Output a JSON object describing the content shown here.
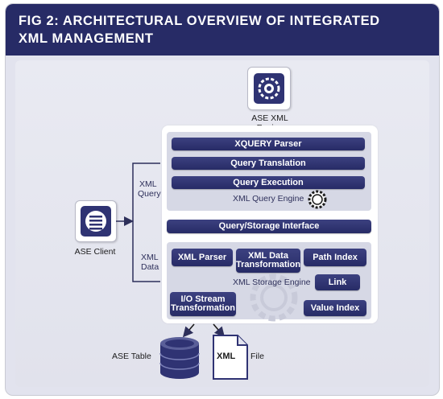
{
  "header": {
    "line1": "FIG 2: ARCHITECTURAL OVERVIEW OF INTEGRATED",
    "line2": "XML MANAGEMENT"
  },
  "ase_xml_engine": {
    "label": "ASE XML Engine"
  },
  "ase_client": {
    "label": "ASE Client"
  },
  "connectors": {
    "xml_query": [
      "XML",
      "Query"
    ],
    "xml_data": [
      "XML",
      "Data"
    ]
  },
  "query_engine": {
    "bars": [
      "XQUERY Parser",
      "Query Translation",
      "Query Execution"
    ],
    "label": "XML Query Engine"
  },
  "interface": {
    "label": "Query/Storage Interface"
  },
  "storage_engine": {
    "label": "XML Storage Engine",
    "xml_parser": "XML Parser",
    "xml_data_transformation": [
      "XML Data",
      "Transformation"
    ],
    "path_index": "Path Index",
    "link": "Link",
    "io_stream_transformation": [
      "I/O Stream",
      "Transformation"
    ],
    "value_index": "Value Index"
  },
  "outputs": {
    "ase_table": "ASE Table",
    "xml_doc": "XML",
    "file": "File"
  },
  "colors": {
    "header": "#272b66",
    "bar": "#2f3373",
    "panel": "#e2e3ee"
  }
}
